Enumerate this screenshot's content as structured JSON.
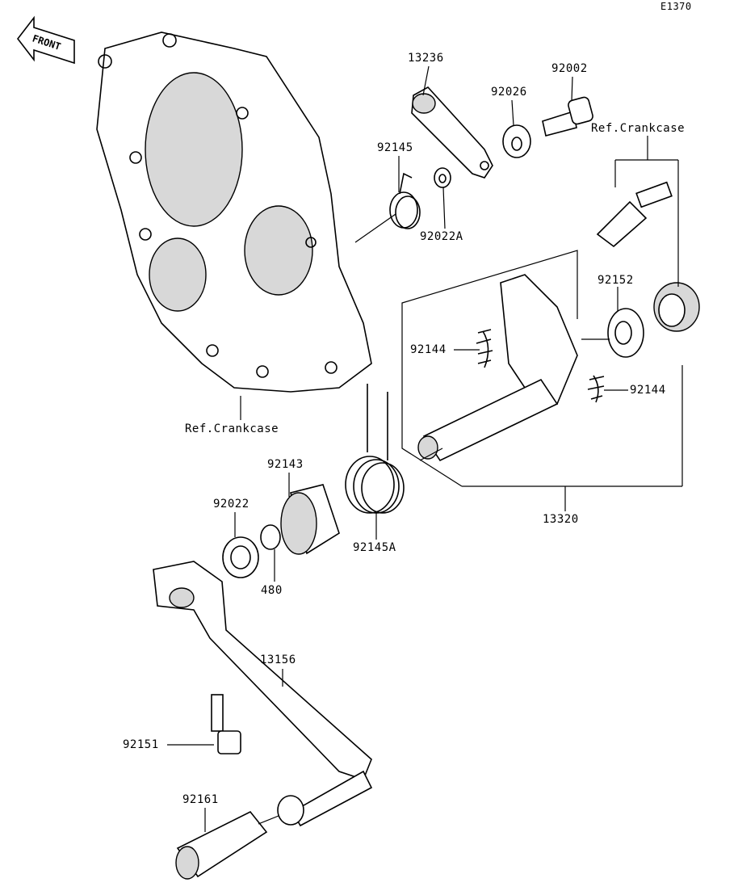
{
  "diagram_code": "E1370",
  "front_label": "FRONT",
  "labels": {
    "p13236": "13236",
    "p92002": "92002",
    "p92026": "92026",
    "ref_crankcase_top": "Ref.Crankcase",
    "p92145": "92145",
    "p92022A": "92022A",
    "p92152": "92152",
    "p92144_left": "92144",
    "p92144_right": "92144",
    "ref_crankcase_bottom": "Ref.Crankcase",
    "p92143": "92143",
    "p92022": "92022",
    "p92145A": "92145A",
    "p13320": "13320",
    "p480": "480",
    "p13156": "13156",
    "p92151": "92151",
    "p92161": "92161"
  }
}
